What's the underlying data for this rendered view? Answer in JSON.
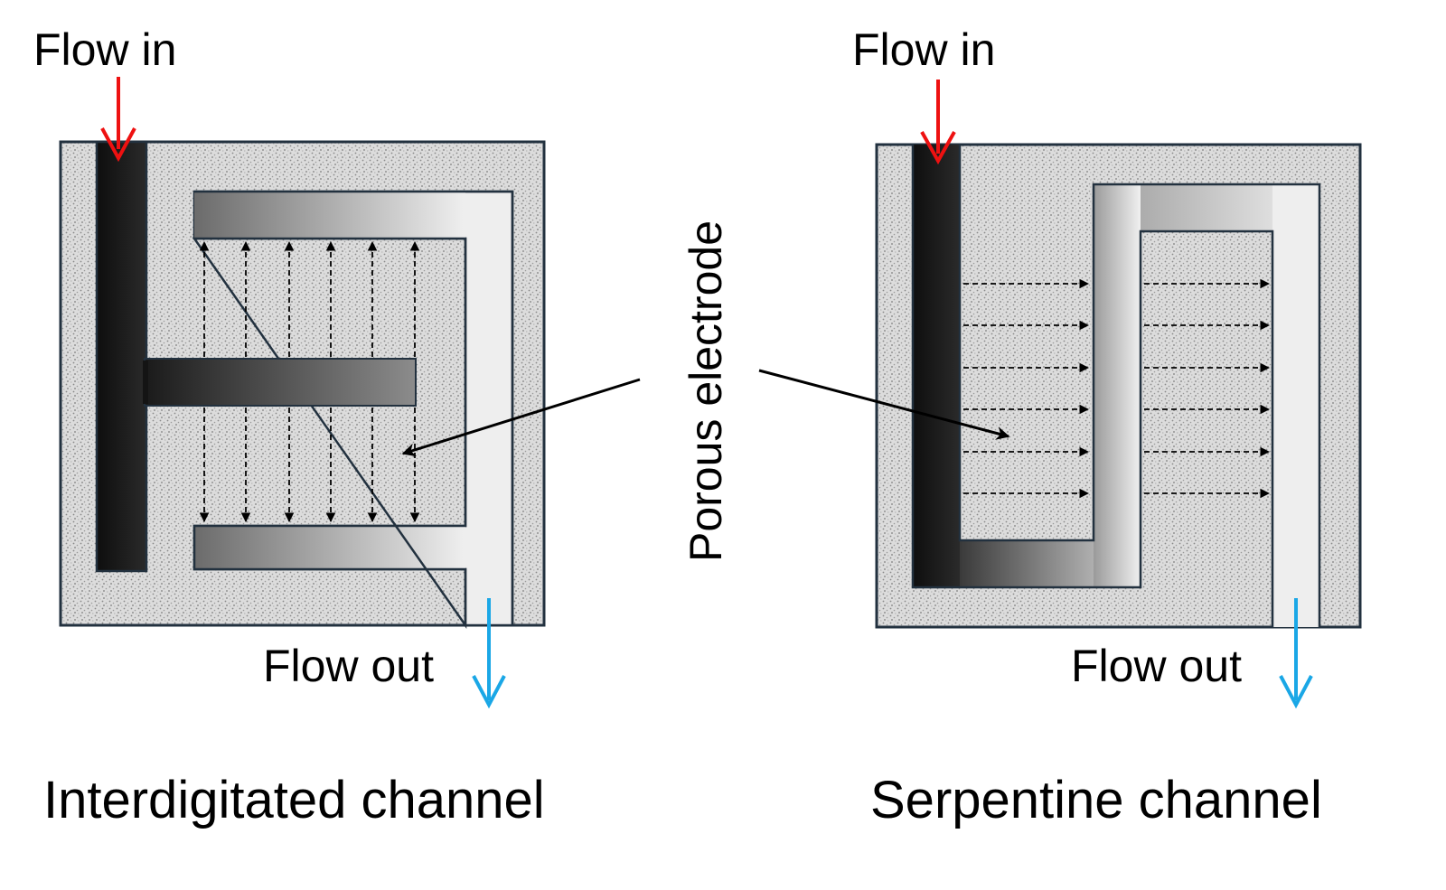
{
  "left_panel": {
    "flow_in": "Flow in",
    "flow_out": "Flow out",
    "caption": "Interdigitated channel"
  },
  "right_panel": {
    "flow_in": "Flow in",
    "flow_out": "Flow out",
    "caption": "Serpentine channel"
  },
  "center_label": "Porous electrode",
  "colors": {
    "inlet_arrow": "#ee1111",
    "outlet_arrow": "#1aa7e6",
    "channel_dark": "#111111",
    "channel_light": "#eeeeee",
    "electrode_fill": "#d9d9d9",
    "outline": "#22313f"
  }
}
